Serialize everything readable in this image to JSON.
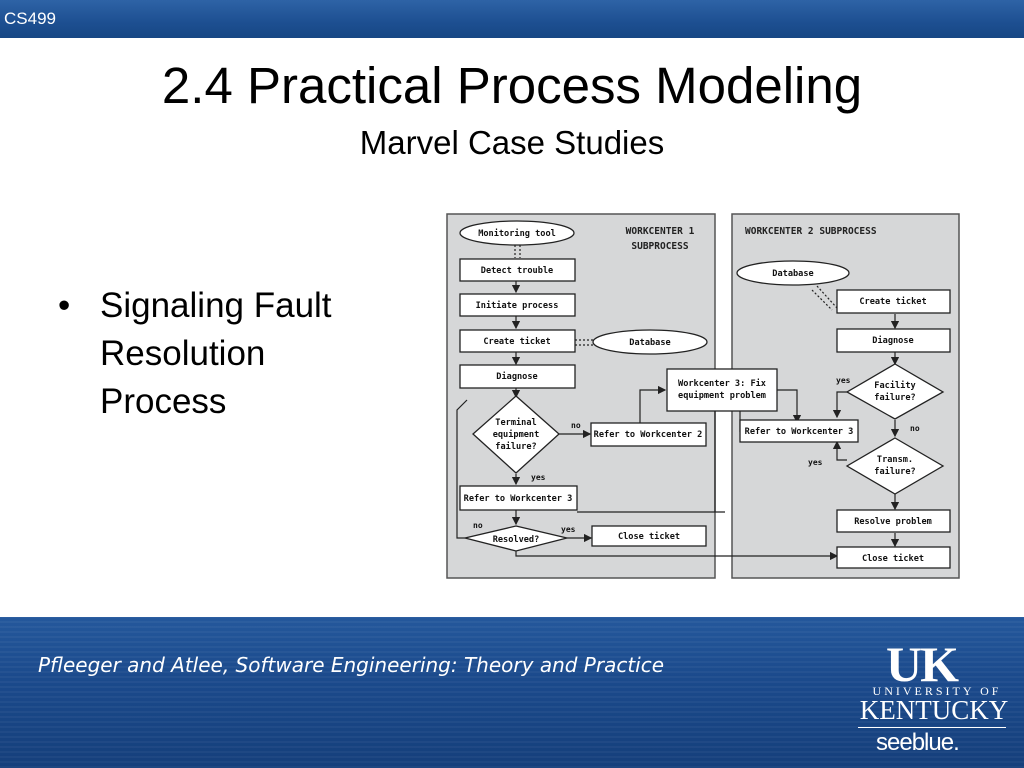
{
  "header": {
    "course": "CS499"
  },
  "slide": {
    "title": "2.4 Practical Process Modeling",
    "subtitle": "Marvel Case Studies",
    "bullets": [
      "Signaling Fault Resolution Process"
    ]
  },
  "diagram": {
    "wc1_label_1": "WORKCENTER 1",
    "wc1_label_2": "SUBPROCESS",
    "wc2_label": "WORKCENTER 2 SUBPROCESS",
    "monitoring_tool": "Monitoring tool",
    "detect_trouble": "Detect trouble",
    "initiate_process": "Initiate process",
    "create_ticket_1": "Create ticket",
    "database_1": "Database",
    "diagnose_1": "Diagnose",
    "terminal_1": "Terminal",
    "terminal_2": "equipment",
    "terminal_3": "failure?",
    "refer_wc2": "Refer to Workcenter 2",
    "refer_wc3_1": "Refer to Workcenter 3",
    "resolved": "Resolved?",
    "close_ticket_1": "Close ticket",
    "wc3_fix_1": "Workcenter 3: Fix",
    "wc3_fix_2": "equipment problem",
    "database_2": "Database",
    "create_ticket_2": "Create ticket",
    "diagnose_2": "Diagnose",
    "facility_1": "Facility",
    "facility_2": "failure?",
    "refer_wc3_2": "Refer to Workcenter 3",
    "transm_1": "Transm.",
    "transm_2": "failure?",
    "resolve_problem": "Resolve problem",
    "close_ticket_2": "Close ticket",
    "no": "no",
    "yes": "yes"
  },
  "footer": {
    "citation": "Pfleeger and Atlee, Software Engineering: Theory and Practice",
    "logo_uk": "UK",
    "logo_university_of": "UNIVERSITY OF",
    "logo_kentucky": "KENTUCKY",
    "logo_seeblue": "seeblue."
  }
}
